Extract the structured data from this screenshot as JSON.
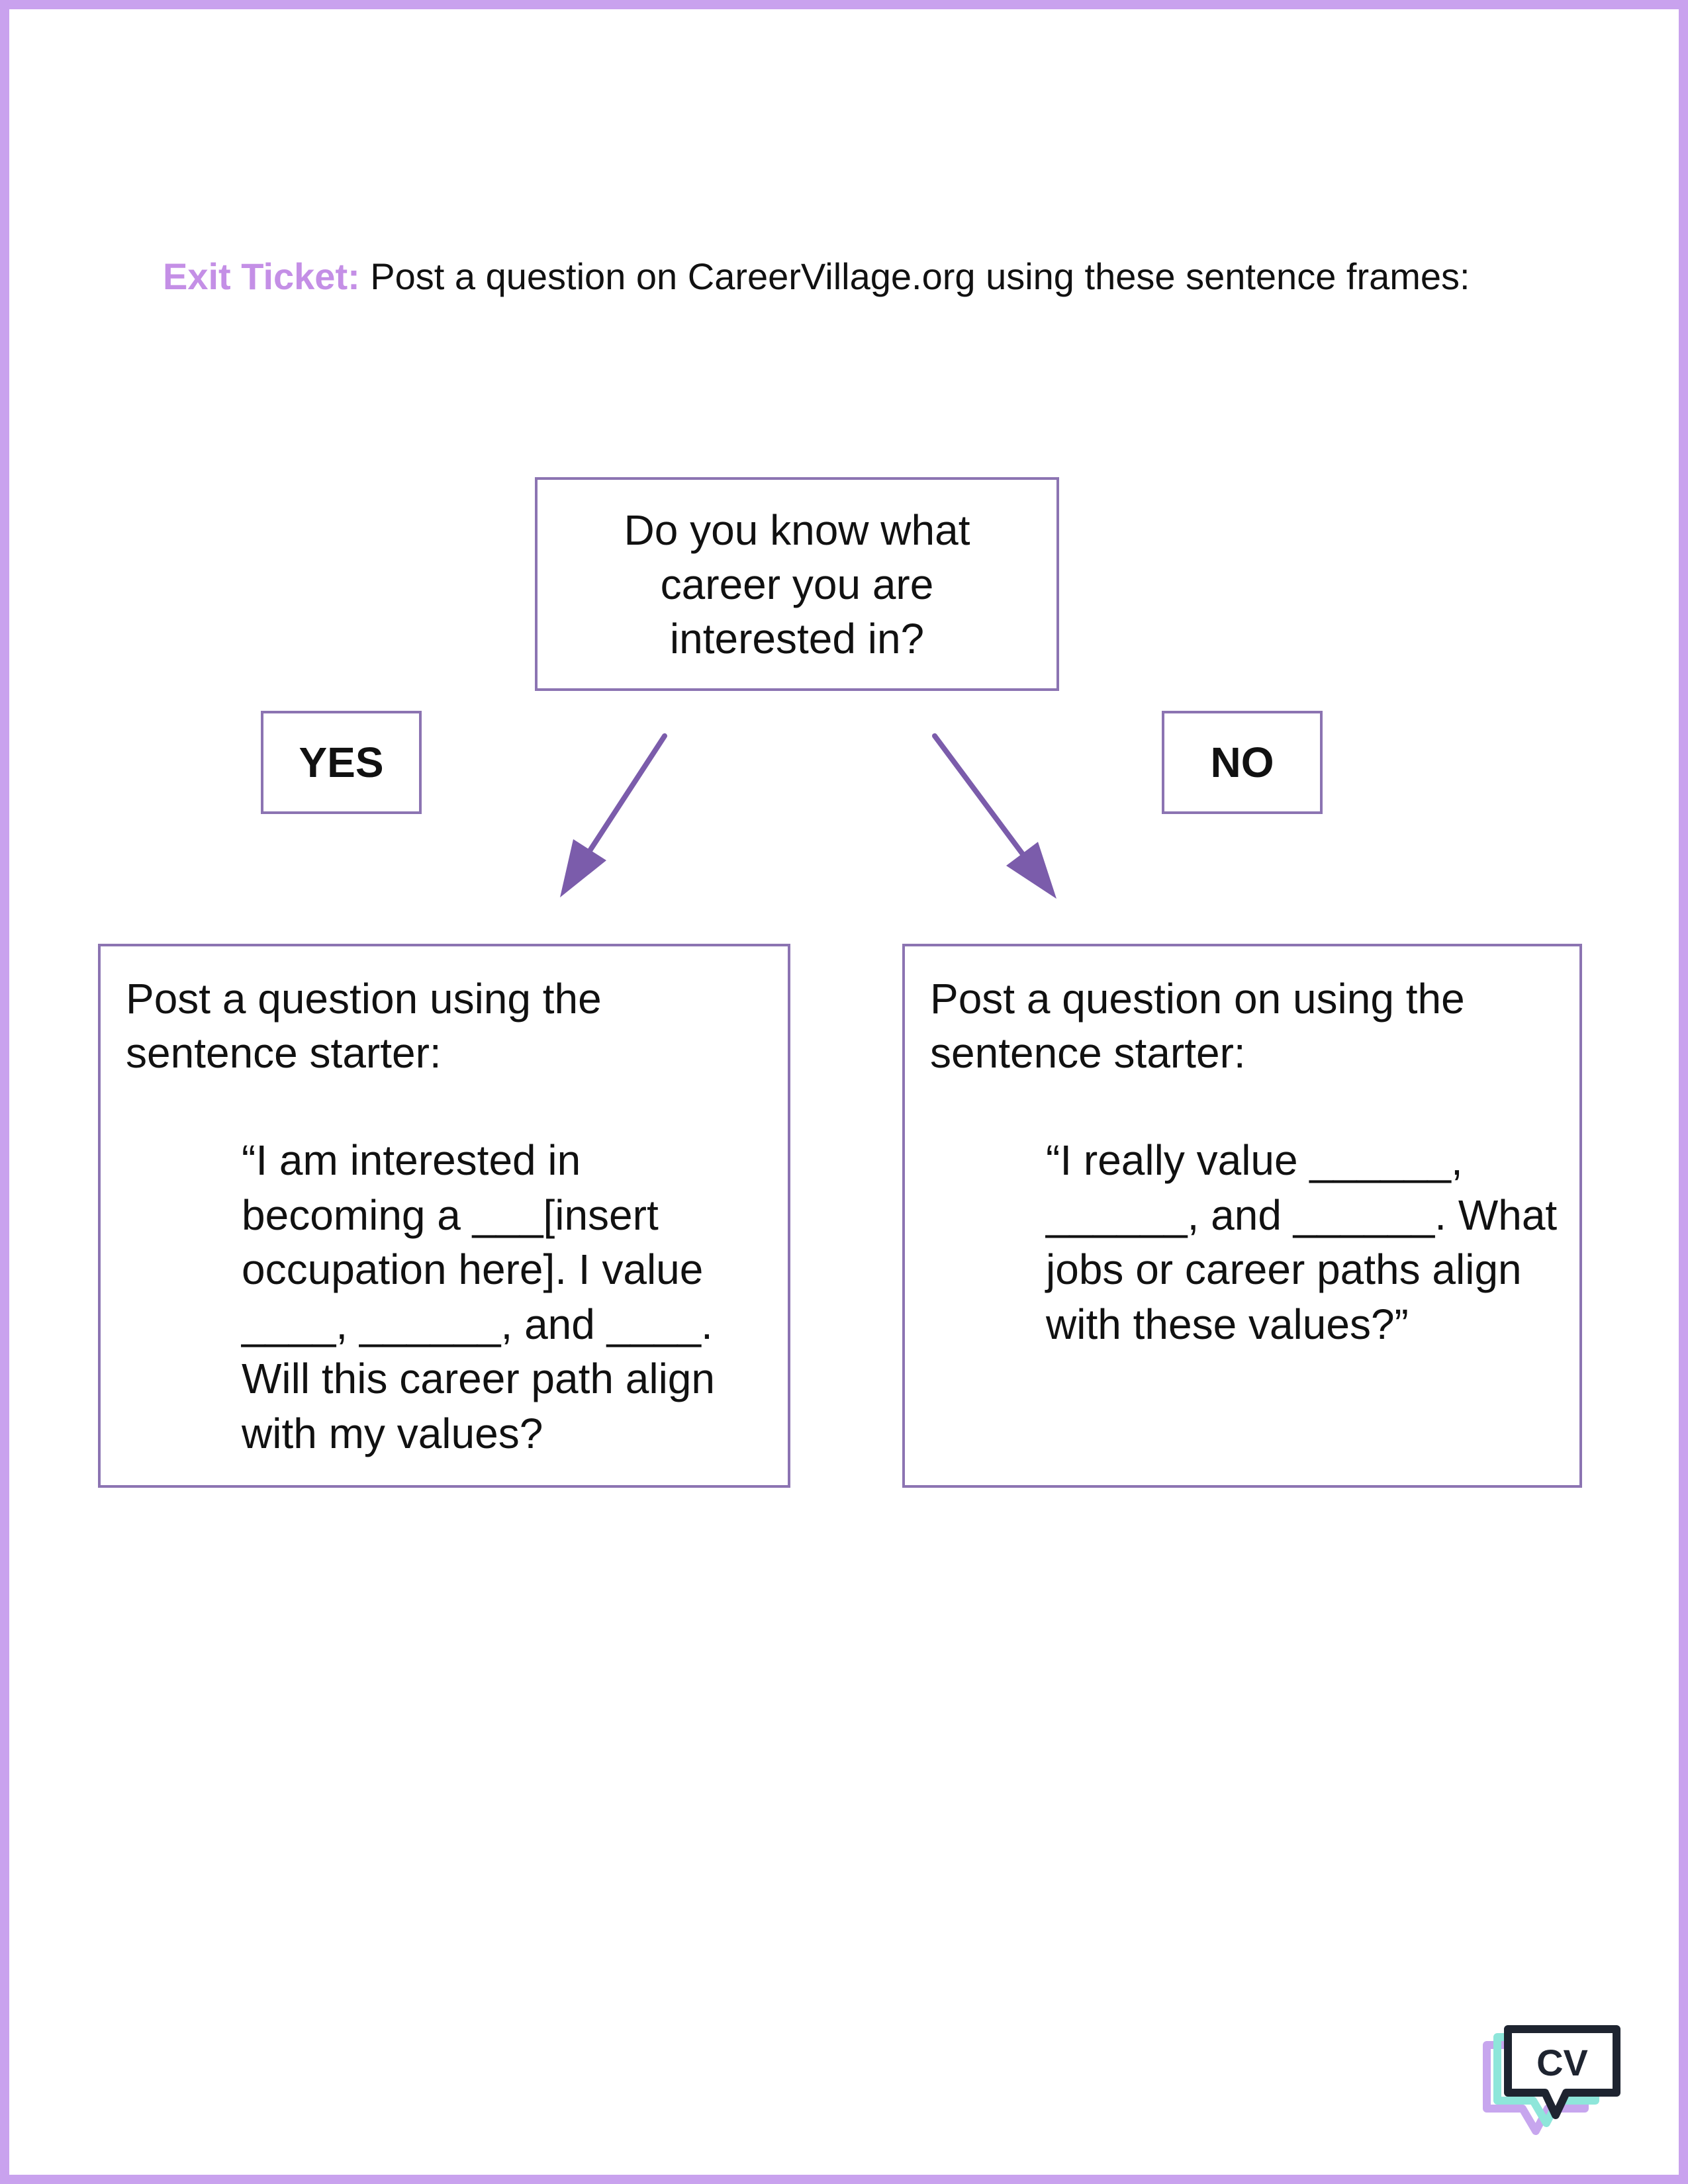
{
  "header": {
    "label": "Exit Ticket:",
    "text": " Post  a question on CareerVillage.org using these sentence frames:"
  },
  "flowchart": {
    "question": "Do you know what career you are interested in?",
    "yes_label": "YES",
    "no_label": "NO",
    "yes_branch": {
      "intro": "Post a question using the sentence starter:",
      "sentence": "“I am interested in becoming a ___[insert occupation here]. I value ____, ______, and ____. Will this career path align with my values?"
    },
    "no_branch": {
      "intro": "Post a question on using the sentence starter:",
      "sentence": "“I really value  ______, ______, and  ______.  What jobs or career paths align with these values?”"
    }
  },
  "logo": {
    "text": "CV",
    "icon": "careervillage-speech-bubble-logo"
  },
  "colors": {
    "page_border": "#c9a2ee",
    "header_label": "#c48fe6",
    "box_border": "#8c74b2",
    "arrow": "#7b5cab"
  }
}
